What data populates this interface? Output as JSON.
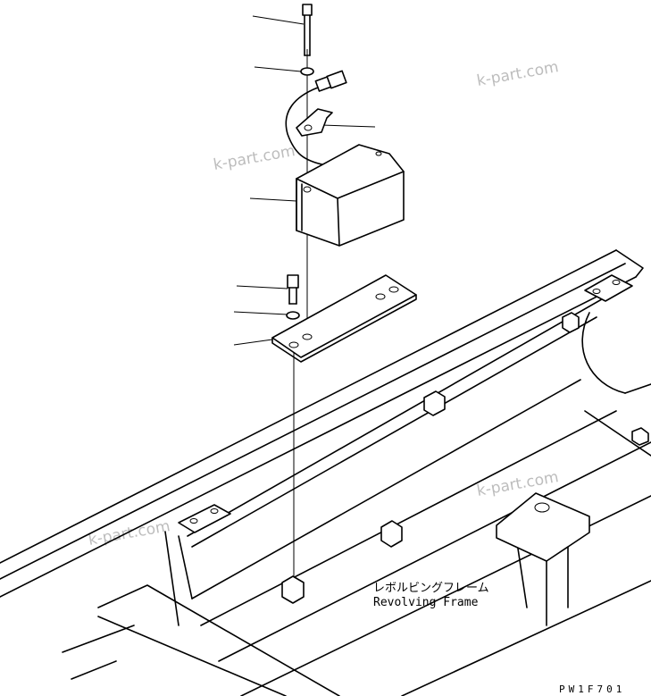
{
  "label_jp": "レボルビングフレーム",
  "label_en": "Revolving Frame",
  "drawing_code": "PW1F701",
  "watermark": "k-part.com",
  "colors": {
    "line": "#000000",
    "watermark": "#bdbdbd",
    "background": "#ffffff"
  }
}
